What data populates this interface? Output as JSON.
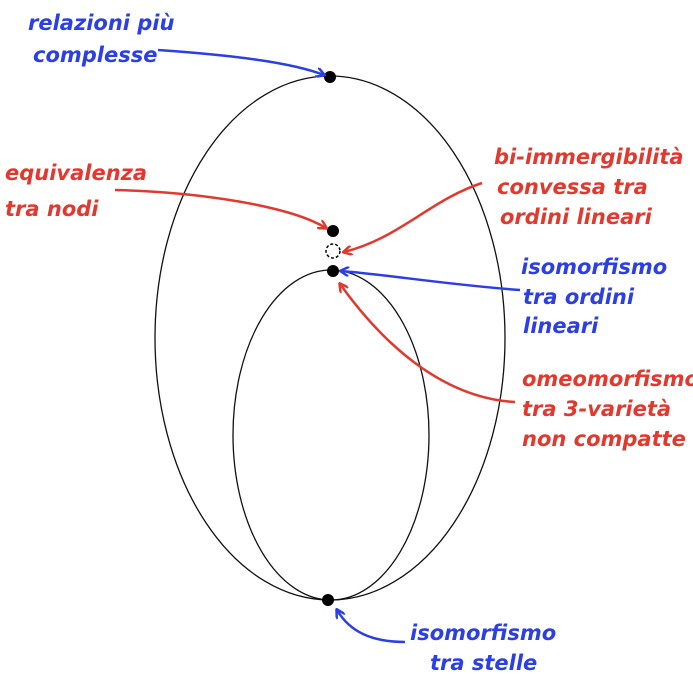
{
  "colors": {
    "red": "#e2392f",
    "blue": "#2b3fe3",
    "outline": "#111111"
  },
  "labels": {
    "top": {
      "lines": [
        "relazioni più",
        "complesse"
      ],
      "color": "blue"
    },
    "node_equivalence": {
      "lines": [
        "equivalenza",
        "tra nodi"
      ],
      "color": "red"
    },
    "bi_embeddability": {
      "lines": [
        "bi-immergibilità",
        "convessa tra",
        "ordini lineari"
      ],
      "color": "red"
    },
    "linear_orders_iso": {
      "lines": [
        "isomorfismo",
        "tra ordini",
        "lineari"
      ],
      "color": "blue"
    },
    "homeomorphism": {
      "lines": [
        "omeomorfismo",
        "tra 3-varietà",
        "non compatte"
      ],
      "color": "red"
    },
    "stars_iso": {
      "lines": [
        "isomorfismo",
        "tra stelle"
      ],
      "color": "blue"
    }
  }
}
